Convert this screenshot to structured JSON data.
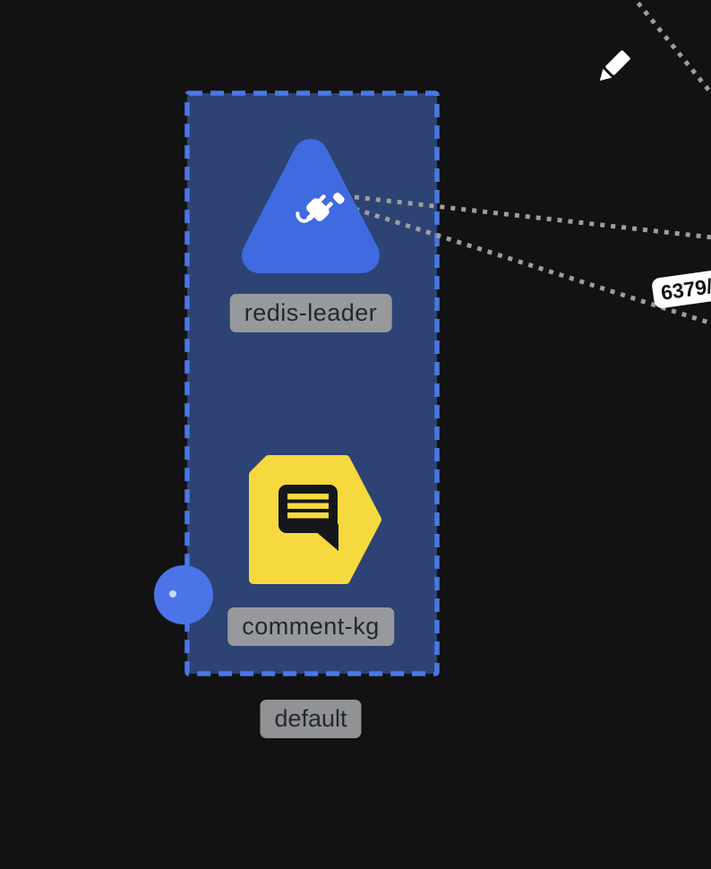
{
  "palette": {
    "background": "#121212",
    "group_fill": "#2c4373",
    "group_border": "#4a77e6",
    "node_blue": "#3f6ae0",
    "node_yellow": "#f6d93e",
    "icon_dark": "#15171b",
    "label_bg": "#97999c",
    "label_text": "#23272e",
    "edge_dotted": "#9e9e9e",
    "badge_bg": "#ffffff",
    "badge_text": "#111111",
    "connection_point": "#4a74e8"
  },
  "group": {
    "label": "default"
  },
  "nodes": [
    {
      "label": "redis-leader",
      "icon": "plug-triangle-icon"
    },
    {
      "label": "comment-kg",
      "icon": "chat-pentagon-icon"
    }
  ],
  "edge": {
    "port_label": "6379/"
  },
  "toolbar": {
    "edit_icon": "pencil-icon"
  }
}
